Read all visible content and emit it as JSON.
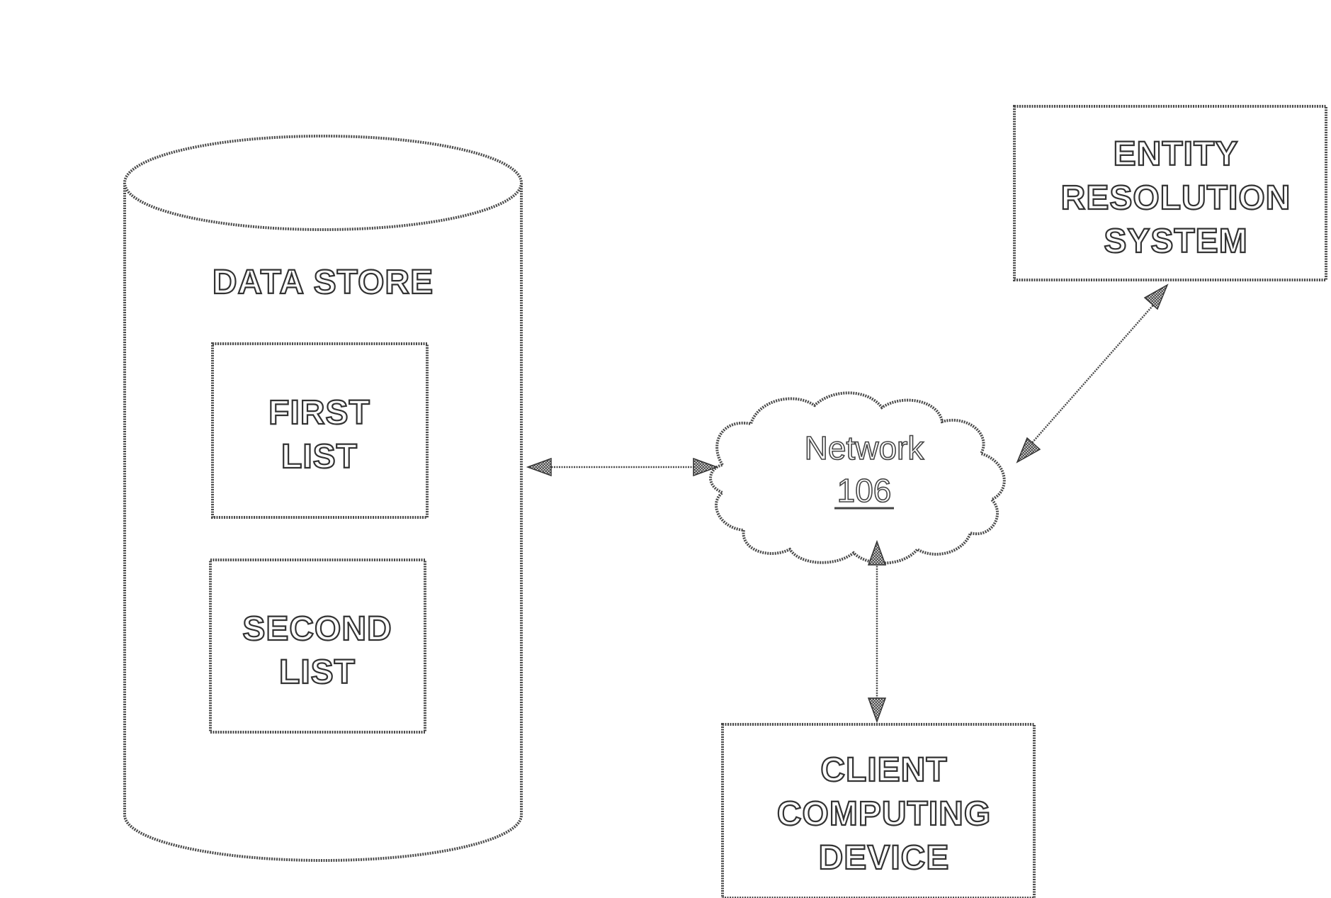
{
  "data_store": {
    "title": "DATA STORE",
    "first_list": [
      "FIRST",
      "LIST"
    ],
    "second_list": [
      "SECOND",
      "LIST"
    ]
  },
  "network": {
    "label": "Network",
    "ref": "106"
  },
  "entity_resolution_system": {
    "lines": [
      "ENTITY",
      "RESOLUTION",
      "SYSTEM"
    ]
  },
  "client_computing_device": {
    "lines": [
      "CLIENT",
      "COMPUTING",
      "DEVICE"
    ]
  }
}
